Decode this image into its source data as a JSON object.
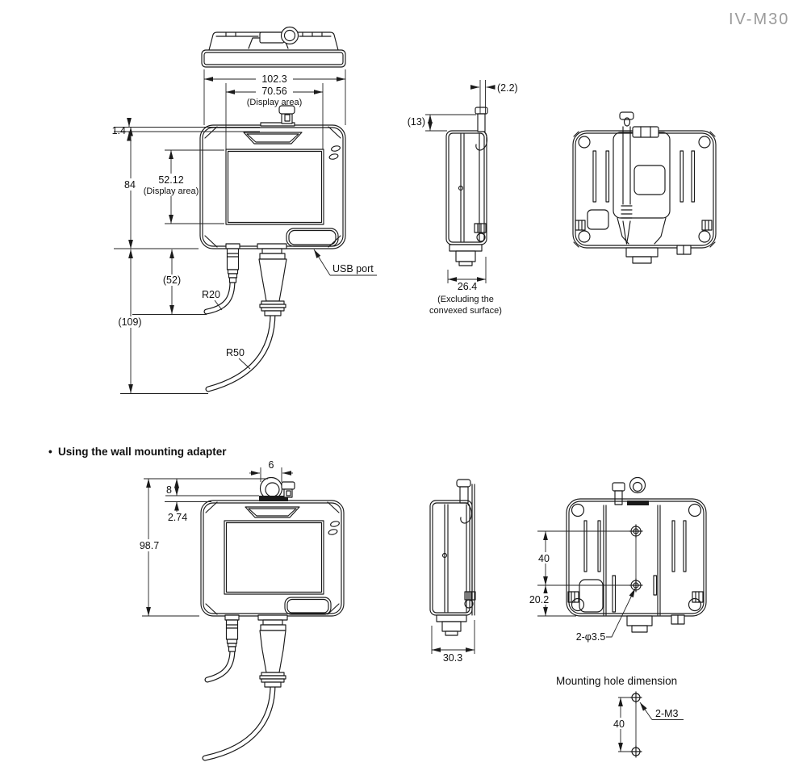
{
  "header": {
    "model": "IV-M30"
  },
  "section1": {
    "dims": {
      "overall_width": "102.3",
      "display_width": "70.56",
      "display_width_note": "(Display area)",
      "bezel_top": "1.4",
      "overall_height": "84",
      "display_height": "52.12",
      "display_height_note": "(Display area)",
      "cable_bend_short": "(52)",
      "cable_bend_long": "(109)",
      "radius_small": "R20",
      "radius_large": "R50",
      "protrusion_depth": "(2.2)",
      "latch_height": "(13)",
      "body_depth": "26.4",
      "body_depth_note_line1": "(Excluding the",
      "body_depth_note_line2": "convexed surface)"
    },
    "labels": {
      "usb_port": "USB port"
    }
  },
  "section2": {
    "heading_bullet": "•",
    "heading": "Using the wall mounting adapter",
    "dims": {
      "hook_width": "6",
      "hook_height": "8",
      "hook_offset": "2.74",
      "overall_height": "98.7",
      "body_depth": "30.3",
      "hole_pitch": "40",
      "hole_offset_bottom": "20.2"
    },
    "labels": {
      "hole_spec": "2-φ3.5"
    }
  },
  "mounting_hole": {
    "title": "Mounting hole dimension",
    "dims": {
      "pitch": "40"
    },
    "labels": {
      "screw_spec": "2-M3"
    }
  }
}
